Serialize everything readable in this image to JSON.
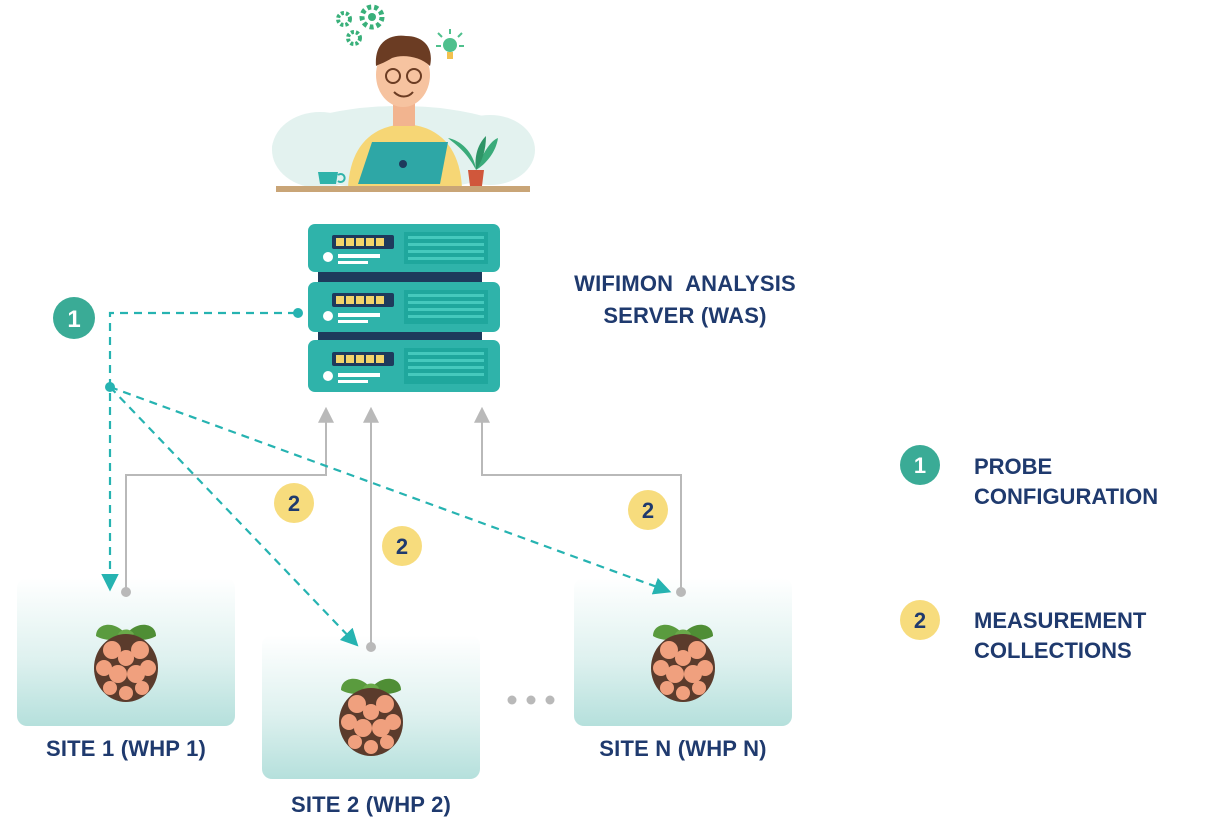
{
  "server": {
    "label_line1": "WIFIMON  ANALYSIS",
    "label_line2": "SERVER (WAS)"
  },
  "sites": [
    {
      "label": "SITE 1 (WHP 1)"
    },
    {
      "label": "SITE 2 (WHP 2)"
    },
    {
      "label": "SITE N (WHP N)"
    }
  ],
  "badges": {
    "probe_number": "1",
    "collection_number": "2"
  },
  "legend": {
    "items": [
      {
        "number": "1",
        "line1": "PROBE",
        "line2": "CONFIGURATION",
        "color": "#3aab96"
      },
      {
        "number": "2",
        "line1": "MEASUREMENT",
        "line2": "COLLECTIONS",
        "color": "#f7dc7d"
      }
    ]
  },
  "colors": {
    "teal_badge": "#3aab96",
    "yellow_badge": "#f7dc7d",
    "navy_text": "#1f3a6e",
    "dashed_line": "#26b3b1",
    "grey_line": "#b9b9b9",
    "server_teal": "#2fb3aa",
    "server_dark": "#1e3a5c"
  },
  "icons": [
    "person-at-laptop-icon",
    "server-rack-icon",
    "raspberry-pi-icon",
    "gear-icon",
    "lightbulb-icon",
    "ellipsis-icon"
  ]
}
